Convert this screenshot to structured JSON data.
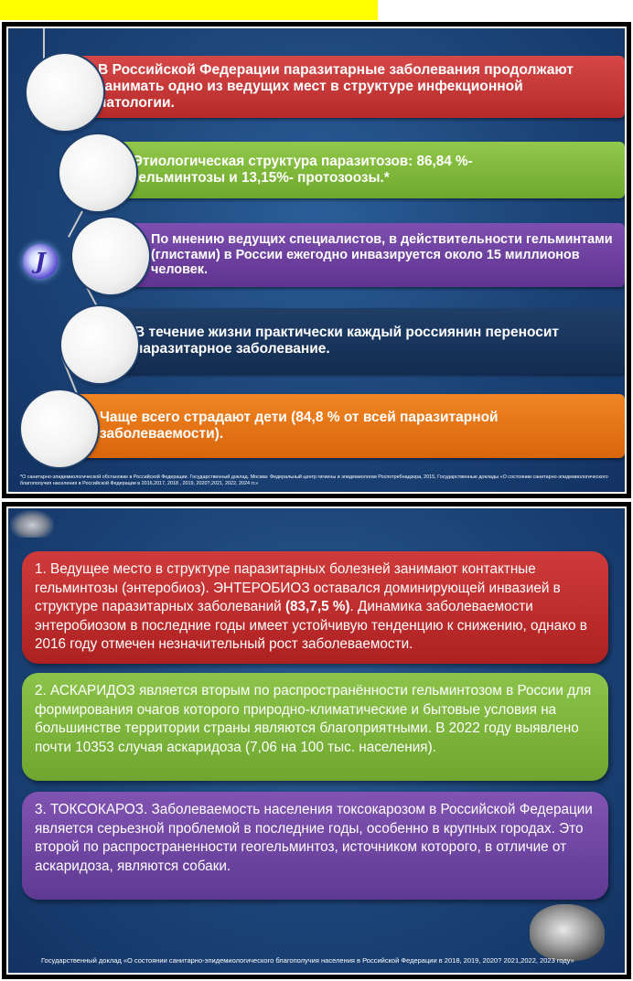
{
  "slide1": {
    "bands": [
      {
        "text": "В Российской Федерации паразитарные  заболевания продолжают занимать одно из ведущих мест  в структуре инфекционной  патологии."
      },
      {
        "text": "Этиологическая структура паразитозов: 86,84 %- гельминтозы и 13,15%- протозоозы.*"
      },
      {
        "text": "По мнению ведущих специалистов, в действительности гельминтами (глистами) в России ежегодно инвазируется около 15 миллионов человек."
      },
      {
        "text": "В течение жизни практически каждый россиянин переносит паразитарное заболевание."
      },
      {
        "text": "Чаще всего страдают дети (84,8 % от всей паразитарной заболеваемости)."
      }
    ],
    "badge_letter": "J",
    "footnote": "*О санитарно-эпидемиологической обстановке в Российской Федерации. Государственный доклад. Москва: Федеральный центр гигиены и эпидемиологии Роспотребнадзора, 2015, Государственные доклады «О состоянии санитарно-эпидемиологического благополучия населения в Российской Федерации в 2016,2017, 2018 , 2019, 2020?,2021, 2022, 2024 гг.»"
  },
  "slide2": {
    "cards": [
      {
        "before": "1. Ведущее место в структуре паразитарных болезней занимают контактные гельминтозы (энтеробиоз). ЭНТЕРОБИОЗ оставался доминирующей инвазией в структуре паразитарных заболеваний ",
        "bold": "(83,7,5 %)",
        "after": ". Динамика заболеваемости энтеробиозом в последние годы имеет устойчивую тенденцию к снижению, однако в 2016 году отмечен незначительный рост заболеваемости."
      },
      {
        "before": "2. АСКАРИДОЗ является вторым по распространённости гельминтозом в России для формирования очагов которого природно-климатические и бытовые условия на большинстве территории страны являются благоприятными. В 2022 году выявлено почти 10353 случая аскаридоза (7,06 на 100 тыс. населения).",
        "bold": "",
        "after": ""
      },
      {
        "before": "3. ТОКСОКАРОЗ. Заболеваемость населения токсокарозом в Российской Федерации является серьезной проблемой в последние годы, особенно в крупных городах. Это второй по распространенности геогельминтоз, источником которого, в отличие от аскаридоза, являются собаки.",
        "bold": "",
        "after": ""
      }
    ],
    "footnote": "Государственный доклад «О состоянии санитарно-эпидемиологического благополучия населения в Российской Федерации в 2018, 2019, 2020? 2021,2022, 2023 году»"
  }
}
